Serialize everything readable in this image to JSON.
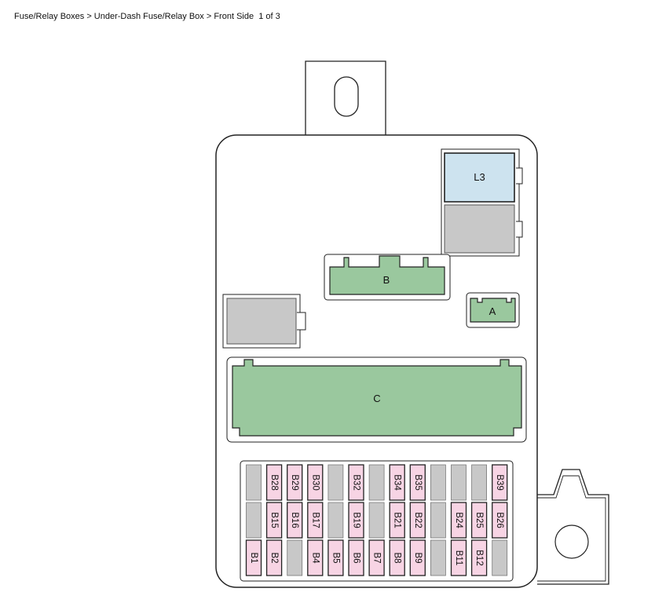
{
  "breadcrumb": {
    "path": "Fuse/Relay Boxes > Under-Dash Fuse/Relay Box > Front Side",
    "page": "1 of 3"
  },
  "colors": {
    "connector_green": "#9ac89e",
    "relay_blue": "#cde3ef",
    "blank_gray": "#c8c8c8",
    "fuse_pink": "#f7d4e4",
    "outline": "#222222"
  },
  "components": {
    "L3": "L3",
    "A": "A",
    "B": "B",
    "C": "C"
  },
  "fuse_rows": [
    [
      null,
      "B28",
      "B29",
      "B30",
      null,
      "B32",
      null,
      "B34",
      "B35",
      null,
      null,
      null,
      "B39"
    ],
    [
      null,
      "B15",
      "B16",
      "B17",
      null,
      "B19",
      null,
      "B21",
      "B22",
      null,
      "B24",
      "B25",
      "B26"
    ],
    [
      "B1",
      "B2",
      null,
      "B4",
      "B5",
      "B6",
      "B7",
      "B8",
      "B9",
      null,
      "B11",
      "B12",
      null
    ]
  ]
}
